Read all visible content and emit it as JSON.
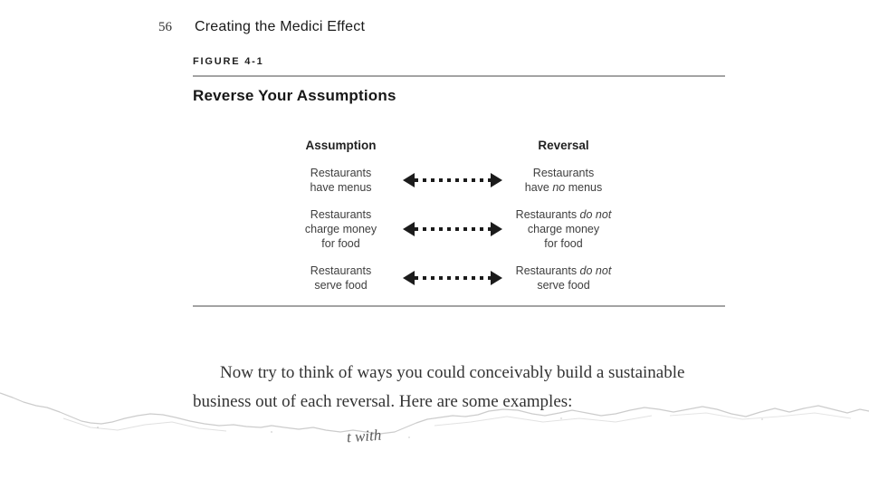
{
  "page": {
    "number": "56",
    "running_head": "Creating the Medici Effect"
  },
  "figure": {
    "label": "FIGURE 4-1",
    "title": "Reverse Your Assumptions",
    "headers": {
      "assumption": "Assumption",
      "reversal": "Reversal"
    },
    "arrow_icon": "dotted-double-arrow",
    "rows": [
      {
        "assumption": [
          [
            {
              "t": "Restaurants"
            }
          ],
          [
            {
              "t": "have menus"
            }
          ]
        ],
        "reversal": [
          [
            {
              "t": "Restaurants"
            }
          ],
          [
            {
              "t": "have "
            },
            {
              "t": "no",
              "i": true
            },
            {
              "t": " menus"
            }
          ]
        ]
      },
      {
        "assumption": [
          [
            {
              "t": "Restaurants"
            }
          ],
          [
            {
              "t": "charge money"
            }
          ],
          [
            {
              "t": "for food"
            }
          ]
        ],
        "reversal": [
          [
            {
              "t": "Restaurants "
            },
            {
              "t": "do not",
              "i": true
            }
          ],
          [
            {
              "t": "charge money"
            }
          ],
          [
            {
              "t": "for food"
            }
          ]
        ]
      },
      {
        "assumption": [
          [
            {
              "t": "Restaurants"
            }
          ],
          [
            {
              "t": "serve food"
            }
          ]
        ],
        "reversal": [
          [
            {
              "t": "Restaurants "
            },
            {
              "t": "do not",
              "i": true
            }
          ],
          [
            {
              "t": "serve food"
            }
          ]
        ]
      }
    ]
  },
  "body": {
    "lines": [
      "Now try to think of ways you could conceivably build a sustainable",
      "business out of each reversal. Here are some examples:"
    ]
  },
  "torn_edge": {
    "fragment_text": "t with"
  },
  "colors": {
    "rule": "#a3a3a3",
    "arrow": "#1b1b1b",
    "tear": "#c6c6c6"
  }
}
